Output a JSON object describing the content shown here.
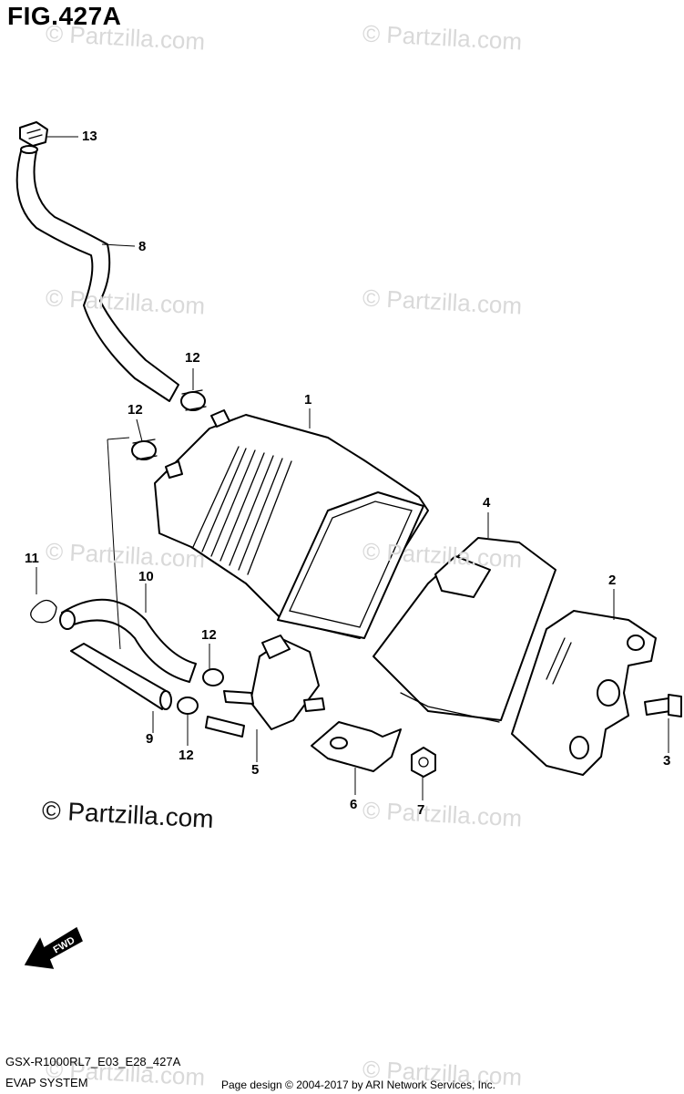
{
  "figure": {
    "title": "FIG.427A",
    "model_code": "GSX-R1000RL7_E03_E28_427A",
    "section_name": "EVAP SYSTEM",
    "credit": "Page design © 2004-2017 by ARI Network Services, Inc."
  },
  "watermark": {
    "text": "© Partzilla.com"
  },
  "direction_marker": {
    "label": "FWD",
    "icon": "fwd-arrow-icon"
  },
  "callouts": {
    "c1": "1",
    "c2": "2",
    "c3": "3",
    "c4": "4",
    "c5": "5",
    "c6": "6",
    "c7": "7",
    "c8": "8",
    "c9": "9",
    "c10": "10",
    "c11": "11",
    "c12a": "12",
    "c12b": "12",
    "c12c": "12",
    "c12d": "12",
    "c13": "13"
  },
  "colors": {
    "line": "#000000",
    "watermark": "#d9d9d9",
    "background": "#ffffff"
  }
}
